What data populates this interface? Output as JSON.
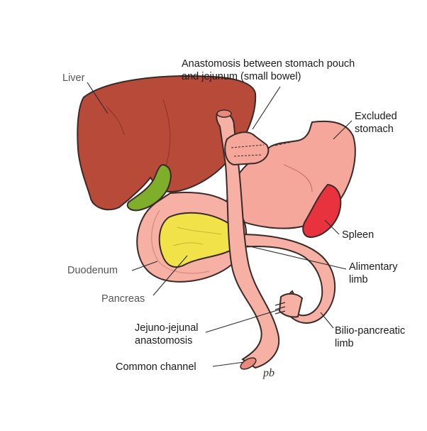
{
  "labels": {
    "anastomosis_line1": "Anastomosis between stomach pouch",
    "anastomosis_line2": "and jejunum (small bowel)",
    "liver": "Liver",
    "excluded_stomach_line1": "Excluded",
    "excluded_stomach_line2": "stomach",
    "spleen": "Spleen",
    "duodenum": "Duodenum",
    "alimentary_limb_line1": "Alimentary",
    "alimentary_limb_line2": "limb",
    "pancreas": "Pancreas",
    "jejuno_line1": "Jejuno-jejunal",
    "jejuno_line2": "anastomosis",
    "bilio_line1": "Bilio-pancreatic",
    "bilio_line2": "limb",
    "common_channel": "Common channel",
    "signature": "pb"
  },
  "colors": {
    "liver": "#b84a3a",
    "gallbladder": "#7fae2a",
    "stomach": "#f4a79a",
    "intestine": "#f6b0a4",
    "pancreas": "#f2e24a",
    "spleen": "#e8323e",
    "outline": "#3a2a28"
  }
}
